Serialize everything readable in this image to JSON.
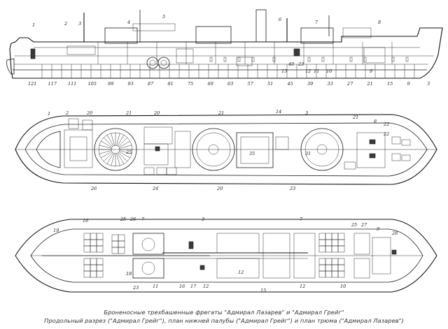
{
  "caption": {
    "line1": "Броненосные трехбашенные фрегаты \"Адмирал Лазарев\" и \"Адмирал Грейг\"",
    "line2": "Продольный разрез (\"Адмирал Грейг\"), план нижней палубы (\"Адмирал Грейг\") и план трюма (\"Адмирал Лазарев\")"
  },
  "labels": {
    "profile_top": [
      "1",
      "2",
      "3",
      "4",
      "5",
      "6",
      "7",
      "8"
    ],
    "profile_bottom": [
      "121",
      "117",
      "111",
      "105",
      "99",
      "93",
      "87",
      "81",
      "75",
      "69",
      "63",
      "57",
      "51",
      "45",
      "39",
      "33",
      "27",
      "21",
      "15",
      "9",
      "3"
    ],
    "profile_mid": [
      "13",
      "40",
      "23",
      "12",
      "11",
      "10",
      "9"
    ],
    "deck": [
      "1",
      "2",
      "20",
      "21",
      "20",
      "21",
      "14",
      "3",
      "21",
      "22",
      "8",
      "22",
      "26",
      "24",
      "20",
      "23",
      "31",
      "25",
      "35"
    ],
    "hold": [
      "10",
      "25",
      "26",
      "7",
      "3",
      "7",
      "25",
      "27",
      "9",
      "28",
      "19",
      "18",
      "23",
      "11",
      "16",
      "17",
      "12",
      "12",
      "15",
      "12",
      "10"
    ]
  }
}
